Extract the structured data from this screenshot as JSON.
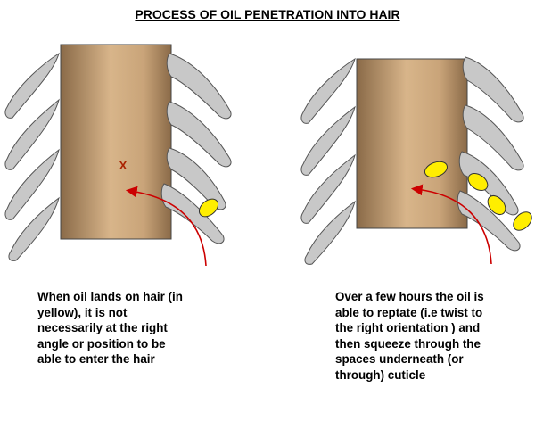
{
  "title": "PROCESS OF OIL PENETRATION INTO HAIR",
  "left_panel": {
    "marker": "X",
    "caption": "When oil lands on hair (in\nyellow), it is not\nnecessarily at the right\nangle or position to be\nable to enter the hair"
  },
  "right_panel": {
    "caption": "Over a few hours the oil is\nable to reptate (i.e twist  to\nthe right orientation  ) and\nthen squeeze through the\nspaces underneath (or\nthrough) cuticle"
  },
  "colors": {
    "hair_shaft": "#c9a479",
    "cuticle": "#c8c8c8",
    "oil": "#ffee00",
    "arrow": "#cc0000",
    "marker": "#aa2200"
  }
}
